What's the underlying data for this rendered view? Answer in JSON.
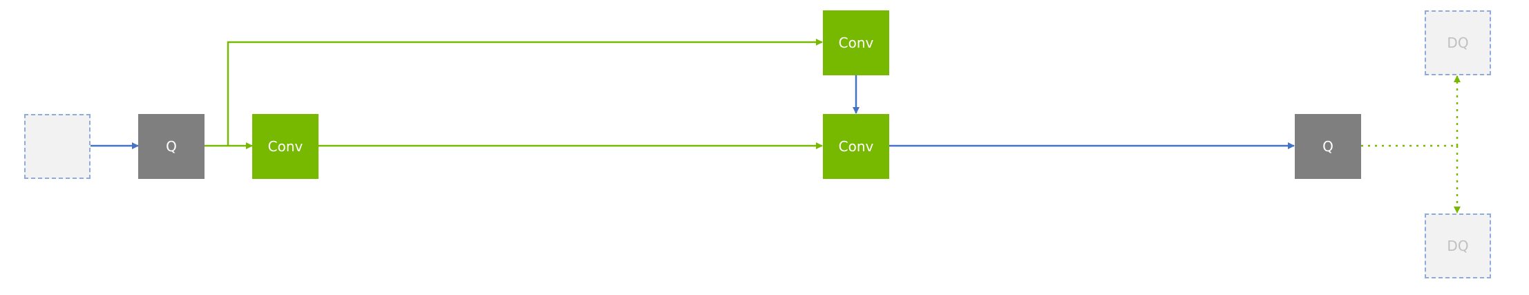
{
  "colors": {
    "green": "#76b900",
    "blue": "#4472c4",
    "gray": "#7f7f7f",
    "ghost_fill": "#f2f2f2",
    "ghost_border": "#8faadc",
    "ghost_text": "#c0c0c0"
  },
  "nodes": {
    "input": {
      "label": ""
    },
    "quantize_1": {
      "label": "Q"
    },
    "conv_1": {
      "label": "Conv"
    },
    "conv_top": {
      "label": "Conv"
    },
    "conv_main": {
      "label": "Conv"
    },
    "quantize_2": {
      "label": "Q"
    },
    "dequantize_top": {
      "label": "DQ"
    },
    "dequantize_bottom": {
      "label": "DQ"
    }
  }
}
